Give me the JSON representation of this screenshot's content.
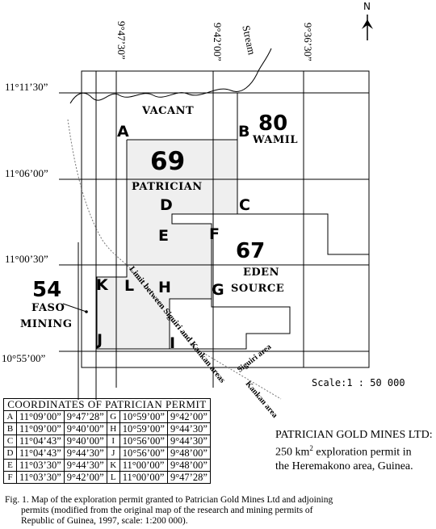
{
  "north": {
    "label": "N",
    "icon": "north-arrow-icon"
  },
  "stream": {
    "label": "Stream"
  },
  "longitudes": [
    "9°47’30”",
    "9°42’00”",
    "9°36’30”"
  ],
  "latitudes": [
    "11°11’30”",
    "11°06’00”",
    "11°00’30”",
    "10°55’00”"
  ],
  "permits": [
    {
      "number": "80",
      "name": "WAMIL"
    },
    {
      "number": "69",
      "name": "PATRICIAN"
    },
    {
      "number": "67",
      "name": "EDEN",
      "name2": "SOURCE"
    },
    {
      "number": "54",
      "name": "FASO",
      "name2": "MINING"
    }
  ],
  "vacant_label": "VACANT",
  "corner_labels": [
    "A",
    "B",
    "C",
    "D",
    "E",
    "F",
    "G",
    "H",
    "I",
    "J",
    "K",
    "L"
  ],
  "limit_label": "Limit between Siguiri and Kankan areas",
  "siguiri_label": "Siguiri area",
  "kankan_label": "Kankan area",
  "scale_label": "Scale:1 : 50 000",
  "coordinates_table": {
    "title": "COORDINATES OF PATRICIAN PERMIT",
    "rows": [
      [
        "A",
        "11°09’00”",
        "9°47’28”",
        "G",
        "10°59’00”",
        "9°42’00”"
      ],
      [
        "B",
        "11°09’00”",
        "9°40’00”",
        "H",
        "10°59’00”",
        "9°44’30”"
      ],
      [
        "C",
        "11°04’43”",
        "9°40’00”",
        "I",
        "10°56’00”",
        "9°44’30”"
      ],
      [
        "D",
        "11°04’43”",
        "9°44’30”",
        "J",
        "10°56’00”",
        "9°48’00”"
      ],
      [
        "E",
        "11°03’30”",
        "9°44’30”",
        "K",
        "11°00’00”",
        "9°48’00”"
      ],
      [
        "F",
        "11°03’30”",
        "9°42’00”",
        "L",
        "11°00’00”",
        "9°47’28”"
      ]
    ]
  },
  "note": {
    "line1": "PATRICIAN GOLD MINES LTD:",
    "line2_pre": "250 km",
    "line2_sup": "2",
    "line2_post": " exploration permit in",
    "line3": "the Heremakono area, Guinea."
  },
  "caption": {
    "line1": "Fig. 1. Map of the exploration permit granted to Patrician Gold Mines Ltd and adjoining",
    "line2": "permits (modified from the original map of the research and mining permits of",
    "line3": "Republic of Guinea, 1997, scale: 1:200 000)."
  }
}
